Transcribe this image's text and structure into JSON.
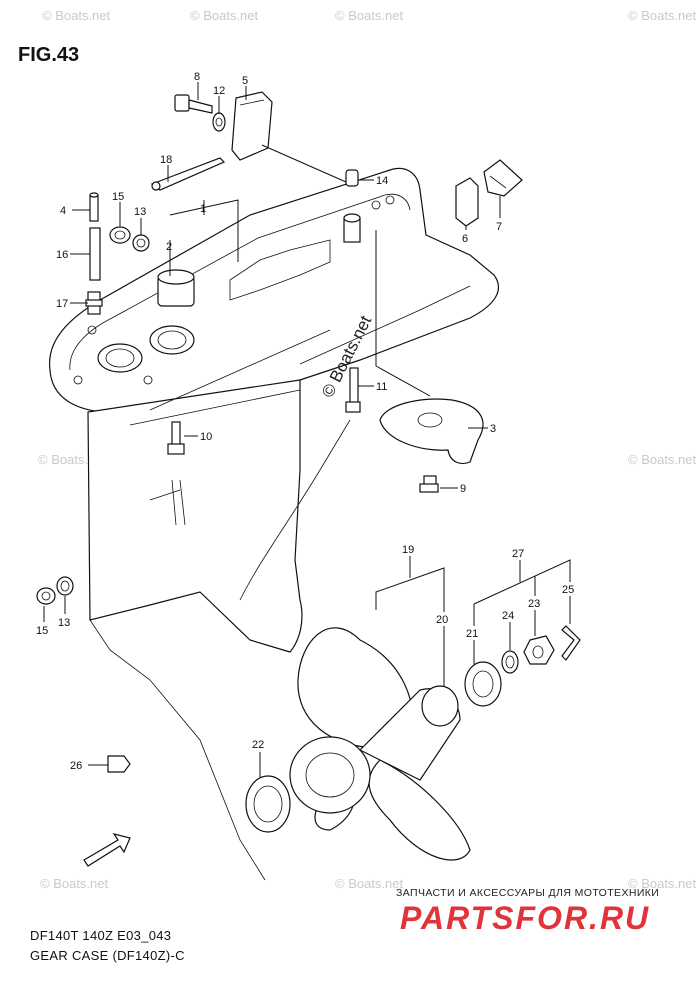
{
  "figure_title": "FIG.43",
  "footer": {
    "line1": "DF140T 140Z E03_043",
    "line2": "GEAR CASE (DF140Z)-C"
  },
  "brand": {
    "subtitle": "ЗАПЧАСТИ И АКСЕССУАРЫ ДЛЯ МОТОТЕХНИКИ",
    "name": "PARTSFOR.RU",
    "color": "#e0333a"
  },
  "watermark": {
    "text": "© Boats.net",
    "center_text": "© Boats.net"
  },
  "callouts": [
    "8",
    "12",
    "5",
    "18",
    "14",
    "4",
    "15",
    "13",
    "1",
    "2",
    "6",
    "7",
    "16",
    "17",
    "11",
    "3",
    "10",
    "9",
    "19",
    "27",
    "20",
    "21",
    "24",
    "23",
    "25",
    "15",
    "13",
    "22",
    "26"
  ]
}
